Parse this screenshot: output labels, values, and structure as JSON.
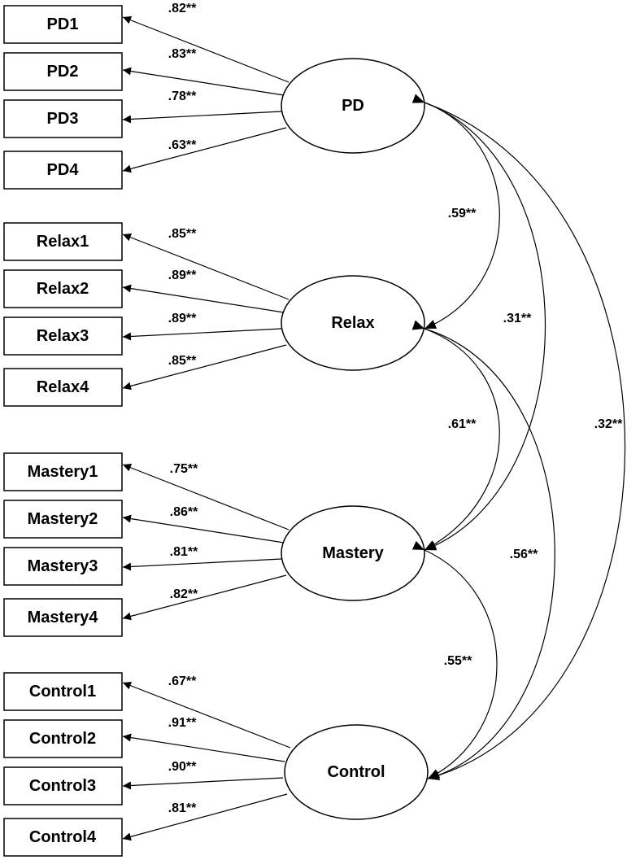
{
  "factors": [
    {
      "label": "PD",
      "indicators": [
        {
          "label": "PD1",
          "loading": ".82**"
        },
        {
          "label": "PD2",
          "loading": ".83**"
        },
        {
          "label": "PD3",
          "loading": ".78**"
        },
        {
          "label": "PD4",
          "loading": ".63**"
        }
      ]
    },
    {
      "label": "Relax",
      "indicators": [
        {
          "label": "Relax1",
          "loading": ".85**"
        },
        {
          "label": "Relax2",
          "loading": ".89**"
        },
        {
          "label": "Relax3",
          "loading": ".89**"
        },
        {
          "label": "Relax4",
          "loading": ".85**"
        }
      ]
    },
    {
      "label": "Mastery",
      "indicators": [
        {
          "label": "Mastery1",
          "loading": ".75**"
        },
        {
          "label": "Mastery2",
          "loading": ".86**"
        },
        {
          "label": "Mastery3",
          "loading": ".81**"
        },
        {
          "label": "Mastery4",
          "loading": ".82**"
        }
      ]
    },
    {
      "label": "Control",
      "indicators": [
        {
          "label": "Control1",
          "loading": ".67**"
        },
        {
          "label": "Control2",
          "loading": ".91**"
        },
        {
          "label": "Control3",
          "loading": ".90**"
        },
        {
          "label": "Control4",
          "loading": ".81**"
        }
      ]
    }
  ],
  "correlations": {
    "pd_relax": ".59**",
    "pd_mastery": ".31**",
    "pd_control": ".32**",
    "relax_mastery": ".61**",
    "relax_control": ".56**",
    "mastery_control": ".55**"
  }
}
